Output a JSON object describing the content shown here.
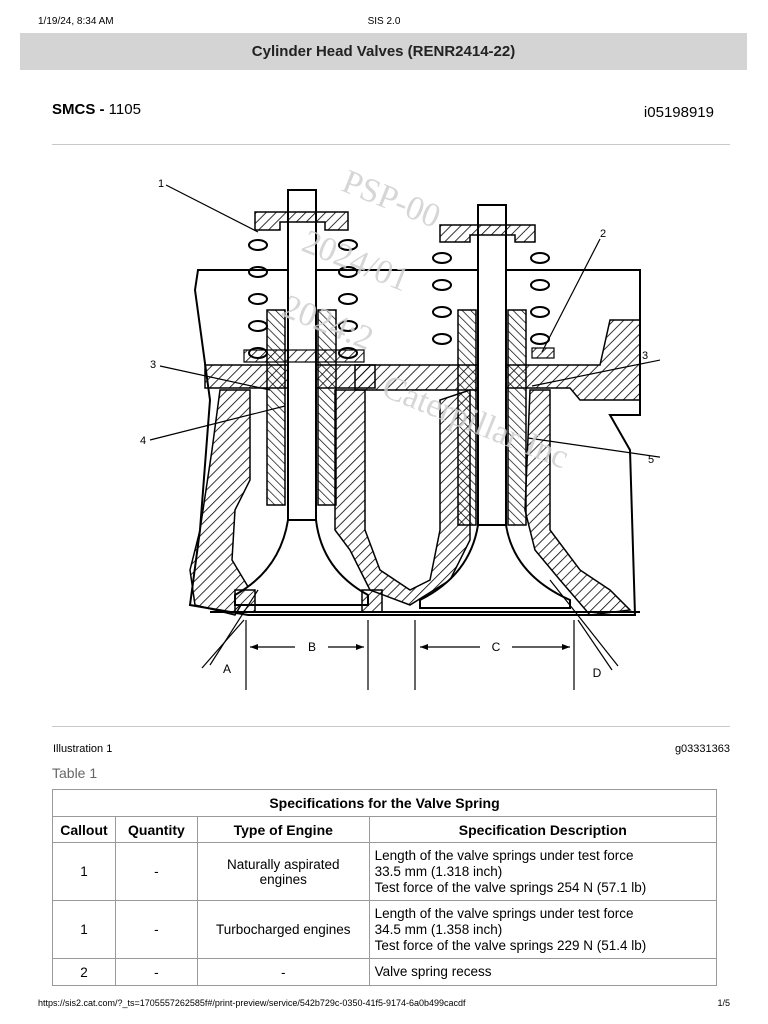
{
  "print_header": {
    "datetime": "1/19/24, 8:34 AM",
    "app": "SIS 2.0"
  },
  "title": "Cylinder Head Valves (RENR2414-22)",
  "smcs": {
    "label": "SMCS -",
    "value": "1105"
  },
  "doc_id": "i05198919",
  "illustration": {
    "callouts": [
      "1",
      "2",
      "3",
      "3",
      "4",
      "5"
    ],
    "dimensions": [
      "A",
      "B",
      "C",
      "D"
    ],
    "watermark": [
      "PSP-00",
      "2024/01",
      "2024:2",
      "Caterpillar Inc"
    ]
  },
  "illustration_caption": "Illustration 1",
  "illustration_id": "g03331363",
  "table_label": "Table 1",
  "table": {
    "title": "Specifications for the Valve Spring",
    "columns": [
      "Callout",
      "Quantity",
      "Type of Engine",
      "Specification Description"
    ],
    "rows": [
      {
        "callout": "1",
        "quantity": "-",
        "engine": "Naturally aspirated engines",
        "desc": [
          "Length of the valve springs under test force",
          "33.5 mm (1.318 inch)",
          "Test force of the valve springs 254 N (57.1 lb)"
        ]
      },
      {
        "callout": "1",
        "quantity": "-",
        "engine": "Turbocharged engines",
        "desc": [
          "Length of the valve springs under test force",
          "34.5 mm (1.358 inch)",
          "Test force of the valve springs 229 N (51.4 lb)"
        ]
      },
      {
        "callout": "2",
        "quantity": "-",
        "engine": "-",
        "desc": [
          "Valve spring recess"
        ]
      }
    ]
  },
  "print_footer": {
    "url": "https://sis2.cat.com/?_ts=1705557262585f#/print-preview/service/542b729c-0350-41f5-9174-6a0b499cacdf",
    "page": "1/5"
  }
}
